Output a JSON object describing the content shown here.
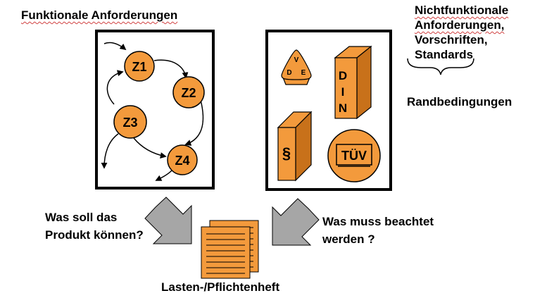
{
  "functional_title": "Funktionale Anforderungen",
  "nonfunctional_title": [
    "Nichtfunktionale",
    "Anforderungen,",
    "Vorschriften,",
    "Standards"
  ],
  "boundary_label": "Randbedingungen",
  "question_left": [
    "Was soll das",
    "Produkt können?"
  ],
  "question_right": [
    "Was muss beachtet",
    "werden ?"
  ],
  "document_label": "Lasten-/Pflichtenheft",
  "states": [
    "Z1",
    "Z2",
    "Z3",
    "Z4"
  ],
  "symbols": {
    "vde": [
      "V",
      "D",
      "E"
    ],
    "din": [
      "D",
      "I",
      "N"
    ],
    "paragraph": "§",
    "tuev": "TÜV"
  },
  "colors": {
    "orange": "#F39A3C",
    "orange_dark": "#C8711A",
    "stroke": "#000000",
    "arrow_gray": "#A6A6A6"
  }
}
